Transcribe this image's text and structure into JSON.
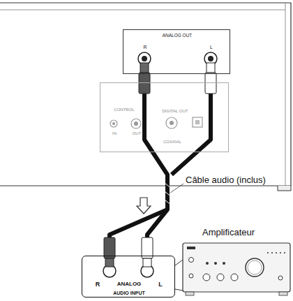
{
  "diagram": {
    "nodes": [
      {
        "text": [
          "ANALOG OUT",
          "R",
          "L"
        ]
      },
      {
        "text": [
          "CONTROL",
          "IN",
          "OUT",
          "DIGITAL OUT",
          "COAXIAL"
        ]
      },
      {
        "text": [
          "R",
          "ANALOG",
          "L",
          "AUDIO INPUT"
        ]
      }
    ],
    "edges": [
      {
        "from": 0,
        "to": 2,
        "arrow": "none",
        "label": "Câble audio (inclus)"
      }
    ],
    "labels": [
      "Amplificateur"
    ]
  }
}
